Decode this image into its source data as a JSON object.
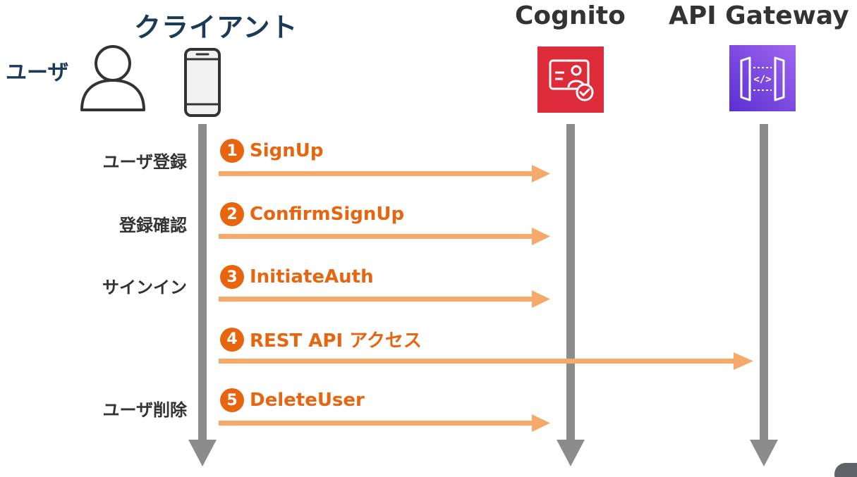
{
  "headers": {
    "client": "クライアント",
    "user": "ユーザ",
    "cognito": "Cognito",
    "api_gateway": "API Gateway"
  },
  "phases": [
    {
      "label": "ユーザ登録"
    },
    {
      "label": "登録確認"
    },
    {
      "label": "サインイン"
    },
    {
      "label": "ユーザ削除"
    }
  ],
  "steps": [
    {
      "num": "1",
      "label": "SignUp",
      "target": "cognito"
    },
    {
      "num": "2",
      "label": "ConfirmSignUp",
      "target": "cognito"
    },
    {
      "num": "3",
      "label": "InitiateAuth",
      "target": "cognito"
    },
    {
      "num": "4",
      "label": "REST API アクセス",
      "target": "api_gateway"
    },
    {
      "num": "5",
      "label": "DeleteUser",
      "target": "cognito"
    }
  ],
  "icons": {
    "user": "user-icon",
    "client": "smartphone-icon",
    "cognito": "cognito-icon",
    "api_gateway": "api-gateway-icon"
  },
  "colors": {
    "step_orange": "#e8650f",
    "arrow_orange": "#f5a96b",
    "lifeline_gray": "#8c8c8c",
    "cognito_red": "#dd2b3a",
    "apigw_purple": "#8a4fe0",
    "header_navy": "#1b3a57"
  }
}
